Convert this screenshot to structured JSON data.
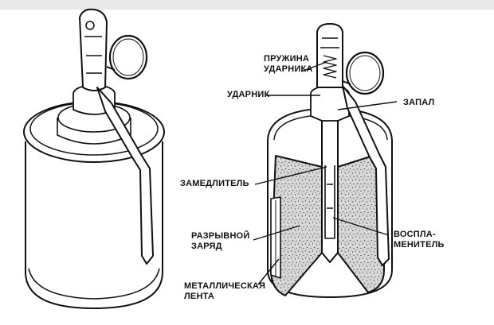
{
  "diagram": {
    "labels": {
      "spring_line1": "ПРУЖИНА",
      "spring_line2": "УДАРНИКА",
      "striker": "УДАРНИК",
      "fuze": "ЗАПАЛ",
      "delay": "ЗАМЕДЛИТЕЛЬ",
      "charge_line1": "РАЗРЫВНОЙ",
      "charge_line2": "ЗАРЯД",
      "igniter_line1": "ВОСПЛА-",
      "igniter_line2": "МЕНИТЕЛЬ",
      "band_line1": "МЕТАЛЛИЧЕСКАЯ",
      "band_line2": "ЛЕНТА"
    }
  }
}
